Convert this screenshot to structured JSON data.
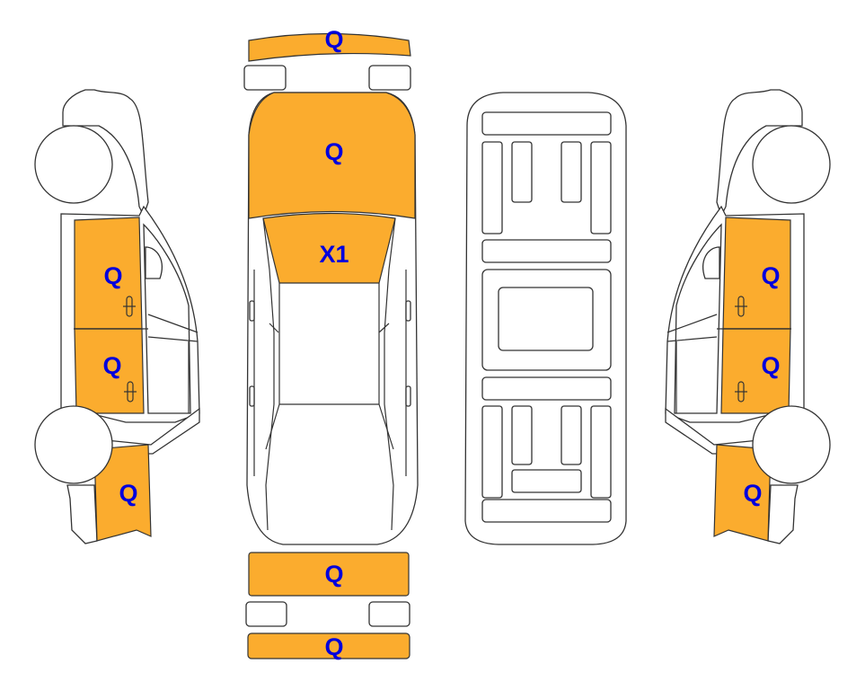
{
  "colors": {
    "damaged": "#FBAC2E",
    "label": "#0000DD",
    "outline": "#333333"
  },
  "left_side": {
    "front_door": "Q",
    "rear_door": "Q",
    "rear_quarter": "Q"
  },
  "top_view": {
    "front_bumper": "Q",
    "hood": "Q",
    "windshield": "X1",
    "rear_bumper": "Q",
    "rear_strip": "Q"
  },
  "right_side": {
    "front_door": "Q",
    "rear_door": "Q",
    "rear_quarter": "Q"
  }
}
